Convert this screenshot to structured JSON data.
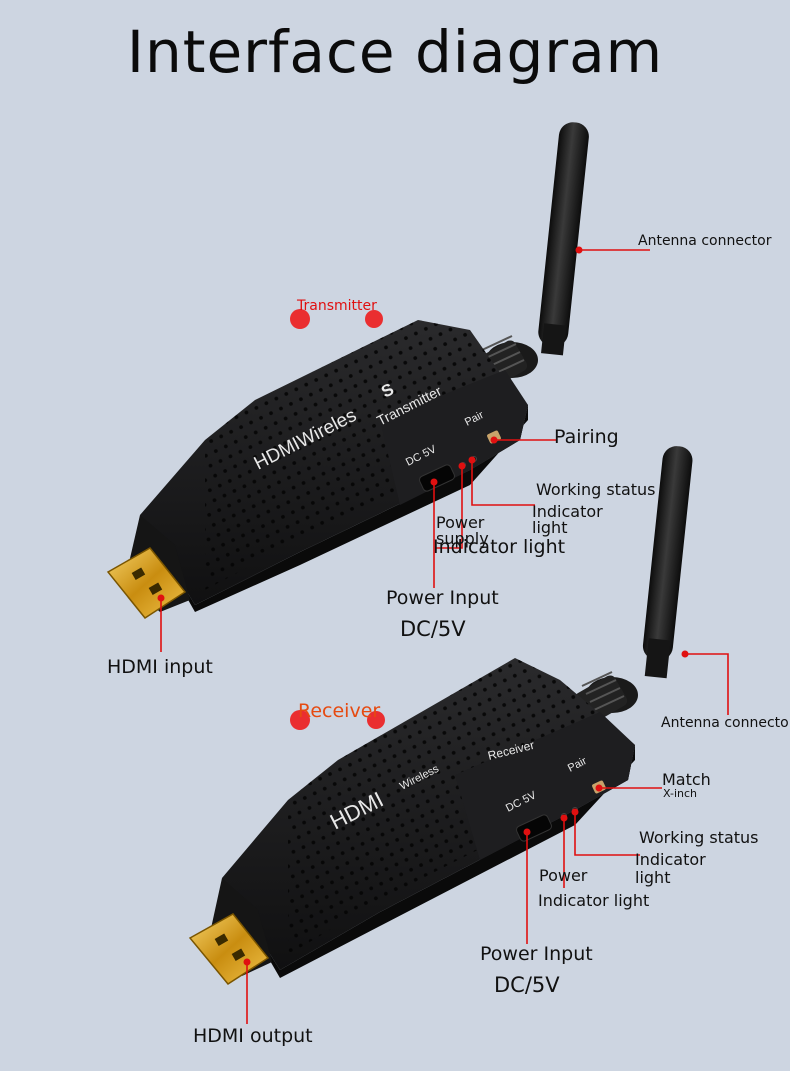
{
  "title": "Interface diagram",
  "transmitter": {
    "name": "Transmitter",
    "body_brand": "HDMIWireles",
    "body_suffix": "S",
    "body_model": "Transmitter",
    "port_dc": "DC 5V",
    "port_pair": "Pair",
    "labels": {
      "antenna": "Antenna connector",
      "pairing": "Pairing",
      "working_status": "Working status",
      "indicator_light_a": "Indicator",
      "indicator_light_b": "light",
      "power_supply_a": "Power",
      "power_supply_b": "supply",
      "power_supply_c": "Indicator light",
      "power_input": "Power Input",
      "dc": "DC/5V",
      "hdmi": "HDMI input"
    }
  },
  "receiver": {
    "name": "Receiver",
    "body_brand": "HDMI",
    "body_sub": "Wireless",
    "body_model": "Receiver",
    "port_dc": "DC 5V",
    "port_pair": "Pair",
    "labels": {
      "antenna": "Antenna connector",
      "match": "Match",
      "x_inch": "X-inch",
      "working_status": "Working status",
      "indicator_a": "Indicator",
      "indicator_b": "light",
      "power": "Power",
      "power_indicator": "Indicator light",
      "power_input": "Power Input",
      "dc": "DC/5V",
      "hdmi": "HDMI output"
    }
  },
  "colors": {
    "background": "#cdd5e1",
    "device_body": "#1c1c1e",
    "leader_line": "#e01010",
    "hdmi_gold": "#d9a520"
  }
}
